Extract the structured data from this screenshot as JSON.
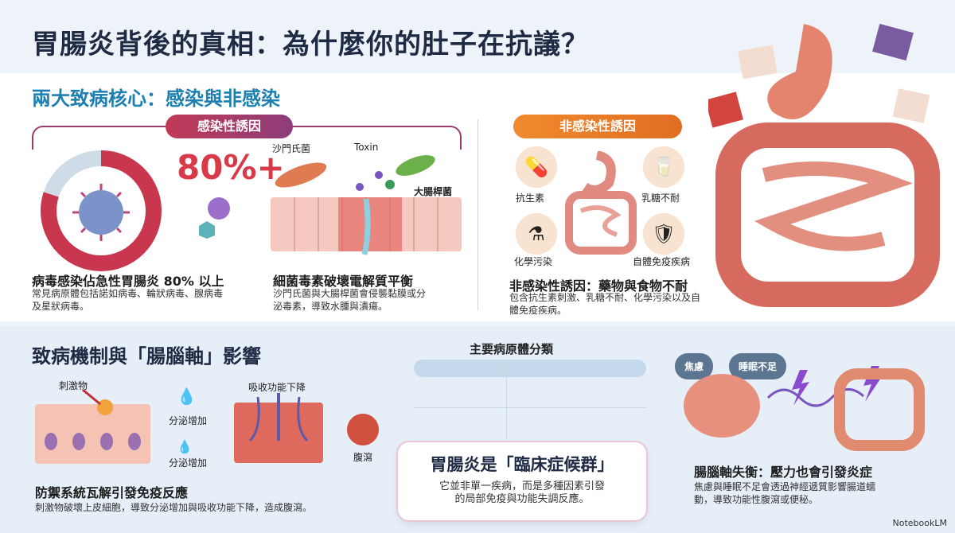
{
  "title": "胃腸炎背後的真相：為什麼你的肚子在抗議？",
  "top_section": {
    "heading": "兩大致病核心：感染與非感染",
    "infectious": {
      "pill": "感染性誘因",
      "stat": "80%+",
      "stat_fraction": 0.8,
      "virus": {
        "heading": "病毒感染佔急性胃腸炎 80% 以上",
        "body": "常見病原體包括諾如病毒、輪狀病毒、腺病毒及星狀病毒。"
      },
      "bacteria": {
        "labels": [
          "沙門氏菌",
          "Toxin",
          "大腸桿菌"
        ],
        "heading": "細菌毒素破壞電解質平衡",
        "body": "沙門氏菌與大腸桿菌會侵襲黏膜或分泌毒素，導致水腫與潰瘍。"
      }
    },
    "non_infectious": {
      "pill": "非感染性誘因",
      "items": [
        {
          "label": "抗生素",
          "icon": "pill-bottle-icon"
        },
        {
          "label": "乳糖不耐",
          "icon": "milk-carton-icon"
        },
        {
          "label": "化學污染",
          "icon": "flask-icon"
        },
        {
          "label": "自體免疫疾病",
          "icon": "shield-icon"
        }
      ],
      "heading": "非感染性誘因：藥物與食物不耐",
      "body": "包含抗生素刺激、乳糖不耐、化學污染以及自體免疫疾病。"
    }
  },
  "bottom_section": {
    "heading": "致病機制與「腸腦軸」影響",
    "mechanism": {
      "labels": {
        "irritant": "刺激物",
        "secretion_1": "分泌增加",
        "secretion_2": "分泌增加",
        "absorption": "吸收功能下降",
        "diarrhea": "腹瀉"
      },
      "heading": "防禦系統瓦解引發免疫反應",
      "body": "刺激物破壞上皮細胞，導致分泌增加與吸收功能下降，造成腹瀉。"
    },
    "table_title": "主要病原體分類",
    "callout": {
      "heading": "胃腸炎是「臨床症候群」",
      "body": "它並非單一疾病，而是多種因素引發的局部免疫與功能失調反應。"
    },
    "gut_brain": {
      "clouds": [
        "焦慮",
        "睡眠不足"
      ],
      "heading": "腸腦軸失衡：壓力也會引發炎症",
      "body": "焦慮與睡眠不足會透過神經遞質影響腸道蠕動，導致功能性腹瀉或便秘。"
    }
  },
  "brand": "NotebookLM",
  "colors": {
    "title": "#1f2a44",
    "section": "#1d7fb0",
    "infectious": "#c23a56",
    "non_infectious": "#ef8a2e",
    "stat": "#d83a48"
  }
}
